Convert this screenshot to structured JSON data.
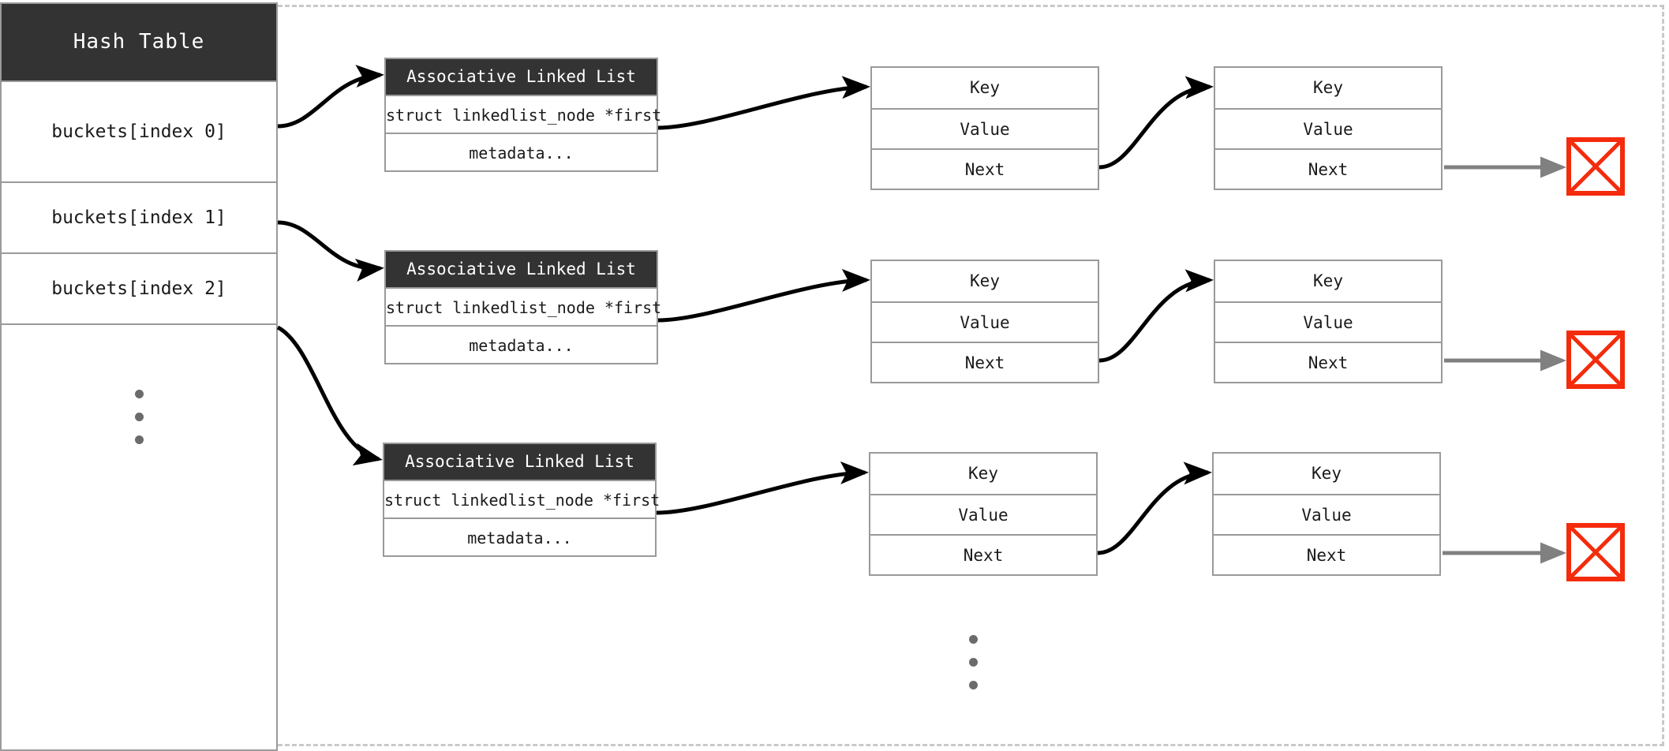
{
  "diagram": {
    "title_box": {
      "header": "Hash Table",
      "rows": [
        "buckets[index 0]",
        "buckets[index 1]",
        "buckets[index 2]"
      ],
      "continuation": "vertical-ellipsis"
    },
    "list_header_label": "Associative Linked List",
    "list_first_field": "struct linkedlist_node *first",
    "list_metadata_field": "metadata...",
    "node_cells": [
      "Key",
      "Value",
      "Next"
    ],
    "null_terminator": "null-pointer-crossed-box",
    "bottom_continuation": "vertical-ellipsis",
    "colors": {
      "header_dark": "#333333",
      "border_gray": "#9a9a9a",
      "dashed_border": "#c9c9c9",
      "null_red": "#f42b0c",
      "arrow_black": "#000000",
      "arrow_gray": "#808080",
      "dot_gray": "#6b6b6b",
      "text_dark": "#1a1a1a",
      "background": "#ffffff"
    },
    "lists": [
      {
        "header": "Associative Linked List",
        "first": "struct linkedlist_node *first",
        "metadata": "metadata...",
        "nodes": [
          {
            "key": "Key",
            "value": "Value",
            "next": "Next"
          },
          {
            "key": "Key",
            "value": "Value",
            "next": "Next"
          }
        ]
      },
      {
        "header": "Associative Linked List",
        "first": "struct linkedlist_node *first",
        "metadata": "metadata...",
        "nodes": [
          {
            "key": "Key",
            "value": "Value",
            "next": "Next"
          },
          {
            "key": "Key",
            "value": "Value",
            "next": "Next"
          }
        ]
      },
      {
        "header": "Associative Linked List",
        "first": "struct linkedlist_node *first",
        "metadata": "metadata...",
        "nodes": [
          {
            "key": "Key",
            "value": "Value",
            "next": "Next"
          },
          {
            "key": "Key",
            "value": "Value",
            "next": "Next"
          }
        ]
      }
    ]
  }
}
